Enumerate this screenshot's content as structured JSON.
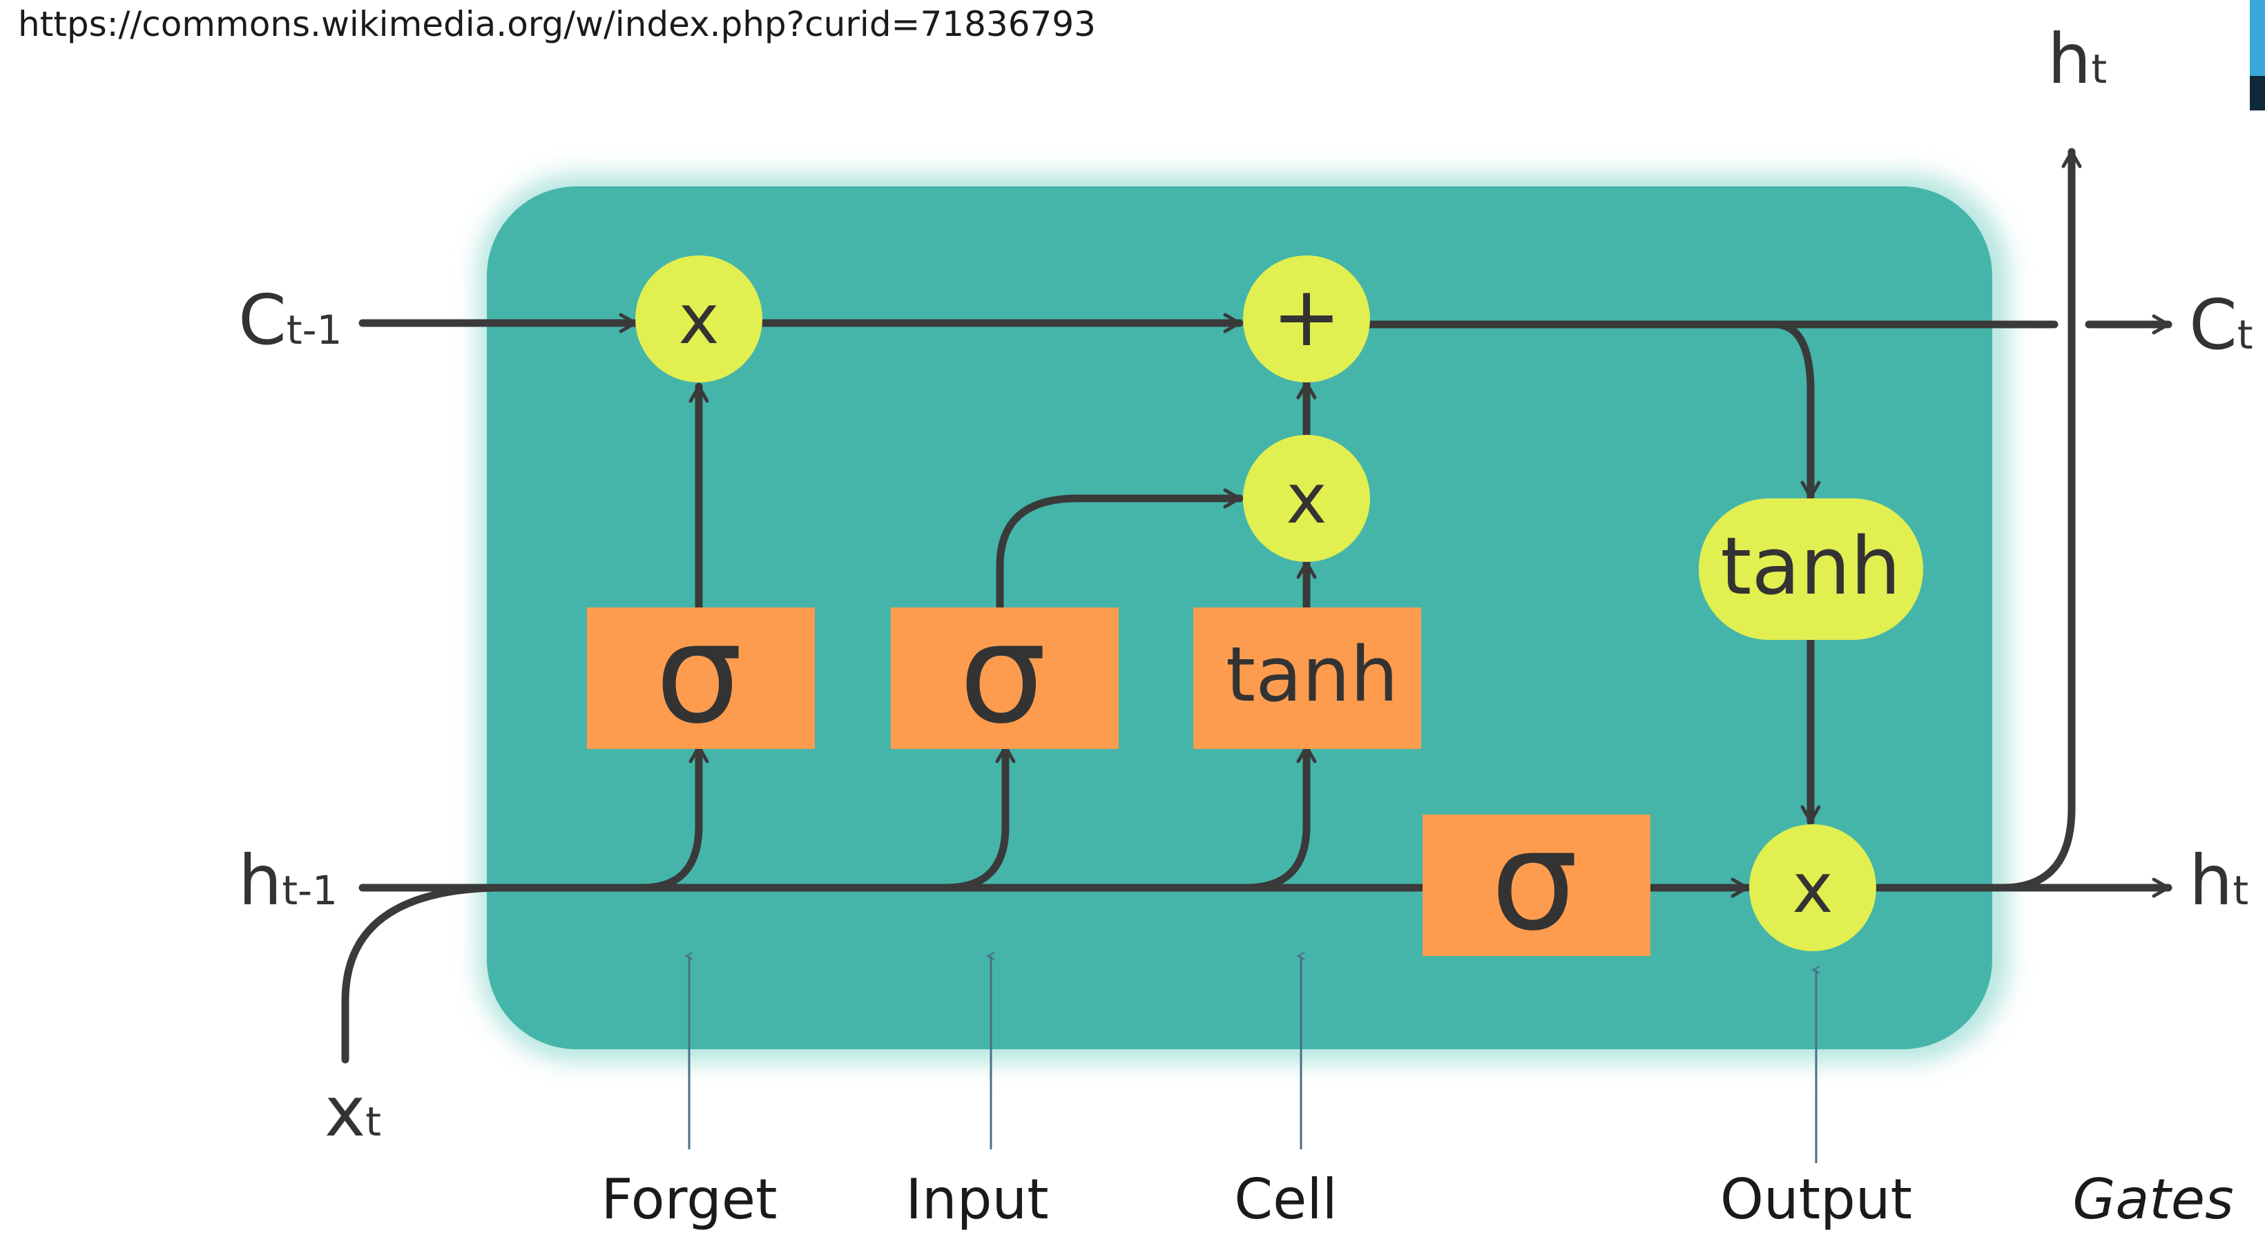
{
  "source_url": "https://commons.wikimedia.org/w/index.php?curid=71836793",
  "labels": {
    "c_prev": {
      "main": "C",
      "sub": "t-1"
    },
    "h_prev": {
      "main": "h",
      "sub": "t-1"
    },
    "x_t": {
      "main": "x",
      "sub": "t"
    },
    "c_t": {
      "main": "C",
      "sub": "t"
    },
    "h_t_right": {
      "main": "h",
      "sub": "t"
    },
    "h_t_top": {
      "main": "h",
      "sub": "t"
    }
  },
  "operators": {
    "forget_multiply": "x",
    "cell_add": "+",
    "input_multiply": "x",
    "output_multiply": "x",
    "output_tanh": "tanh"
  },
  "layers": {
    "forget_sigma": "σ",
    "input_sigma": "σ",
    "cell_tanh": "tanh",
    "output_sigma": "σ"
  },
  "gates": {
    "forget": "Forget",
    "input": "Input",
    "cell": "Cell",
    "output": "Output",
    "caption": "Gates"
  },
  "colors": {
    "cell_body": "#45b5aa",
    "cell_glow": "#b8e6e0",
    "layer_box": "#fd9c4f",
    "operator": "#e2ef50",
    "line": "#3a3a3a",
    "gate_pointer": "#4a6e85"
  }
}
